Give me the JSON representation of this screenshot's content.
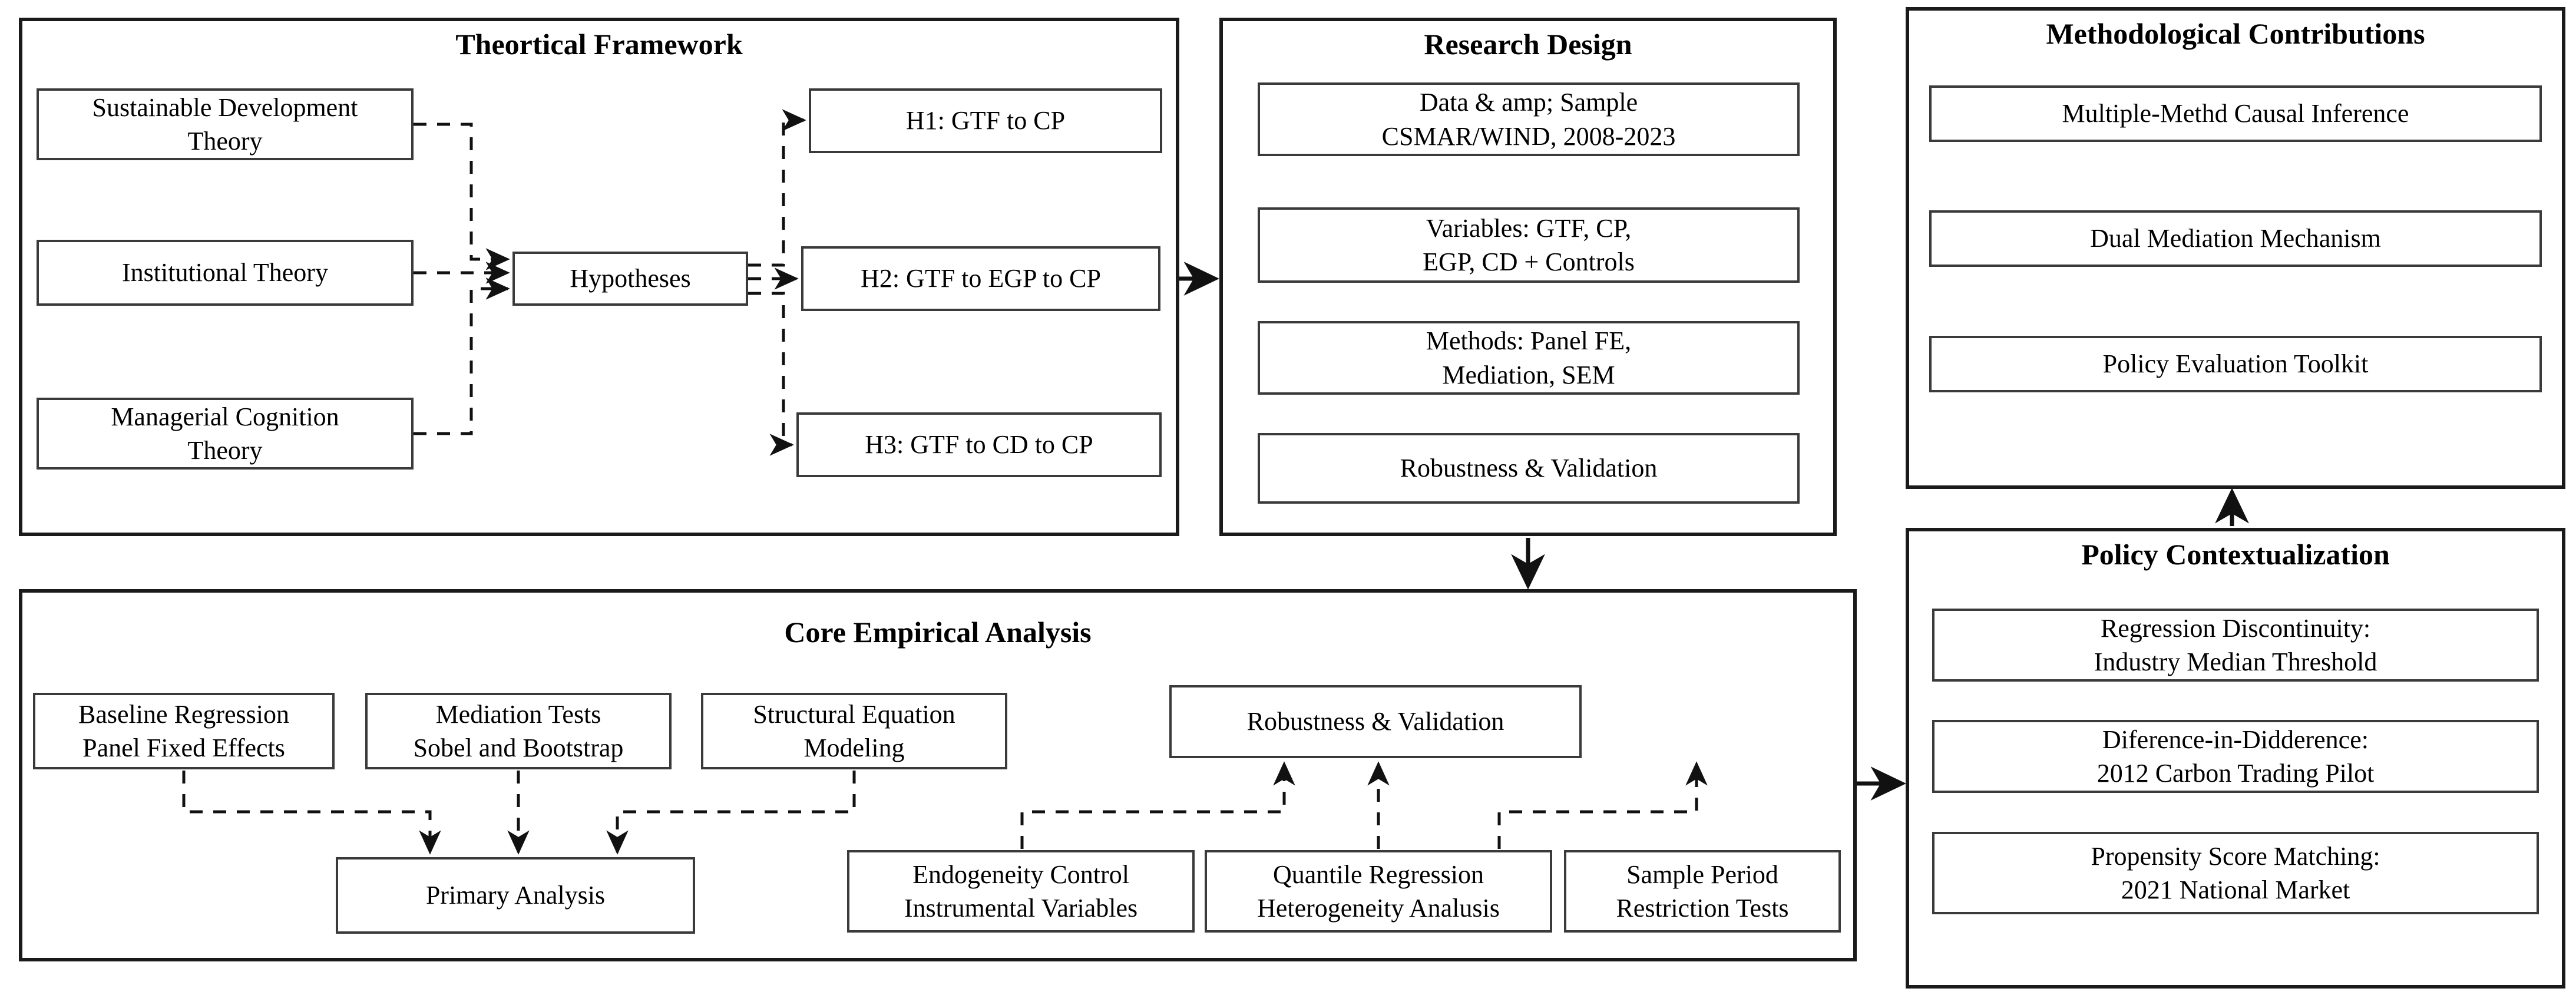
{
  "diagram": {
    "title_framework": "Theortical Framework",
    "title_research": "Research Design",
    "title_methodological": "Methodological Contributions",
    "title_policy": "Policy Contextualization",
    "title_core": "Core Empirical Analysis"
  },
  "framework": {
    "theories": [
      "Sustainable Development\nTheory",
      "Institutional Theory",
      "Managerial Cognition\nTheory"
    ],
    "hub": "Hypotheses",
    "hypotheses": [
      "H1: GTF to CP",
      "H2: GTF to EGP to CP",
      "H3: GTF to CD to CP"
    ]
  },
  "research_design": {
    "items": [
      "Data & amp; Sample\nCSMAR/WIND, 2008-2023",
      "Variables: GTF, CP,\nEGP, CD + Controls",
      "Methods: Panel FE,\nMediation, SEM",
      "Robustness & Validation"
    ]
  },
  "methodological": {
    "items": [
      "Multiple-Methd Causal Inference",
      "Dual Mediation Mechanism",
      "Policy Evaluation Toolkit"
    ]
  },
  "policy": {
    "items": [
      "Regression Discontinuity:\nIndustry Median Threshold",
      "Diference-in-Didderence:\n2012 Carbon Trading Pilot",
      "Propensity Score Matching:\n2021 National Market"
    ]
  },
  "core": {
    "methods_row": [
      "Baseline Regression\nPanel Fixed Effects",
      "Mediation Tests\nSobel and Bootstrap",
      "Structural Equation\nModeling"
    ],
    "primary": "Primary Analysis",
    "robustness": "Robustness & Validation",
    "checks_row": [
      "Endogeneity Control\nInstrumental Variables",
      "Quantile Regression\nHeterogeneity Analusis",
      "Sample Period\nRestriction Tests"
    ]
  },
  "colors": {
    "panel_border": "#1a1a1a",
    "node_border": "#3a3a3a",
    "connector": "#111111",
    "background": "#ffffff"
  }
}
